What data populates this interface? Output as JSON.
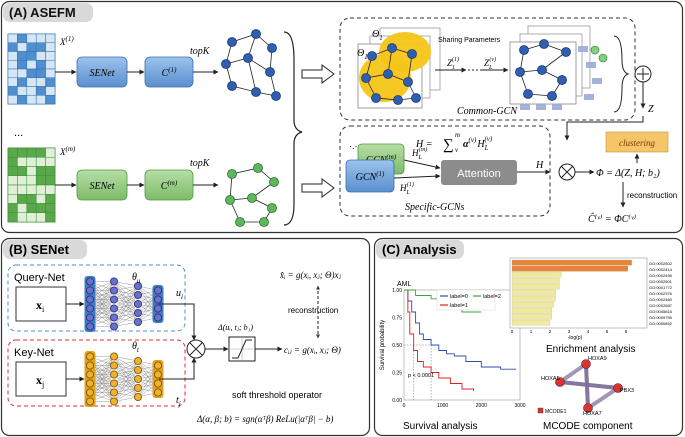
{
  "panelA": {
    "title": "(A) ASEFM",
    "input1": "X",
    "input1_sup": "(1)",
    "inputm": "X",
    "inputm_sup": "(m)",
    "dots": "...",
    "senet": "SENet",
    "c1": "C",
    "c1_sup": "(1)",
    "cm": "C",
    "cm_sup": "(m)",
    "topk": "topK",
    "theta": "Θ",
    "theta_sub": "1",
    "sharing": "Sharing Parameters",
    "z1": "Z",
    "z1_sub": "1",
    "z1_sup": "(1)",
    "zl": "Z",
    "zl_sub": "L",
    "zl_sup": "(v)",
    "common": "Common-GCN",
    "gcn": "GCN",
    "gcnm_sup": "(m)",
    "gcn1_sup": "(1)",
    "h": "H",
    "hm_sup": "(m)",
    "h1_sup": "(1)",
    "l_sub": "L",
    "sum_formula_lhs": "H =",
    "sum_formula_sym": "∑",
    "sum_top": "m",
    "sum_bot": "v",
    "alpha": "α",
    "alpha_sup": "(v)",
    "hl": "H",
    "hl_sub": "L",
    "hl_sup": "(v)",
    "attention": "Attention",
    "specific": "Specific-GCNs",
    "plus": "⊕",
    "otimes": "⊗",
    "z": "Z",
    "clustering": "clustering",
    "phi_formula": "Φ = Δ(Z, H; b₂)",
    "reconstruction": "reconstruction",
    "chat_formula": "Ĉ⁽ᵛ⁾ = ΦC⁽ᵛ⁾"
  },
  "panelB": {
    "title": "(B) SENet",
    "query_net": "Query-Net",
    "key_net": "Key-Net",
    "xi": "x",
    "xi_sub": "i",
    "xj": "x",
    "xj_sub": "j",
    "theta_u": "θ",
    "theta_u_sub": "u",
    "theta_t": "θ",
    "theta_t_sub": "t",
    "ui": "u",
    "ui_sub": "i",
    "tj": "t",
    "tj_sub": "j",
    "otimes": "⊗",
    "delta_label": "Δ(uᵢ, tⱼ; b₁)",
    "xhat_formula": "x̂ᵢ = g(xᵢ, xⱼ; Θ)xⱼ",
    "reconstruction": "reconstruction",
    "cij_formula": "cᵢⱼ = g(xᵢ, xⱼ; Θ)",
    "soft_threshold": "soft threshold operator",
    "delta_formula": "Δ(α, β; b) = sgn(αᵀβ) ReLu(|αᵀβ| − b)"
  },
  "panelC": {
    "title": "(C) Analysis",
    "aml": "AML",
    "legend": [
      "label=0",
      "label=1",
      "label=2"
    ],
    "ylabel": "Survival probability",
    "pvalue": "p < 0.0001",
    "yticks": [
      "1.00",
      "0.75",
      "0.50",
      "0.25",
      "0.00"
    ],
    "xticks": [
      "0",
      "1000",
      "2000",
      "3000"
    ],
    "survival_caption": "Survival analysis",
    "enrichment_caption": "Enrichment analysis",
    "enrichment_xlabel": "-log(p)",
    "go_terms": [
      "GO:0002502",
      "GO:0002414",
      "GO:0002495",
      "GO:0002501",
      "GO:0001772",
      "GO:0002376",
      "GO:0002460",
      "GO:0002687",
      "GO:0045815",
      "GO:0009755",
      "GO:0050852"
    ],
    "enrichment_values": [
      6.3,
      6.1,
      2.6,
      2.5,
      2.5,
      2.3,
      2.3,
      2.2,
      2.1,
      2.1,
      2.0
    ],
    "enrichment_xticks": [
      "0",
      "1",
      "2",
      "3",
      "4",
      "5",
      "6"
    ],
    "mcode_caption": "MCODE component",
    "nodes": [
      "HOXA9",
      "HOXA5",
      "PBX3",
      "HOXA7",
      "MCODE1"
    ]
  },
  "colors": {
    "blue_node": "#2f5fb0",
    "green_node": "#5cb85c",
    "yellow": "#f5c518",
    "senet_blue": "#6a9fd8",
    "green_box": "#8dc77b",
    "attention": "#8c8c8c",
    "clustering": "#f5c56a",
    "red_dash": "#e03030",
    "blue_dash": "#4a90d9"
  }
}
